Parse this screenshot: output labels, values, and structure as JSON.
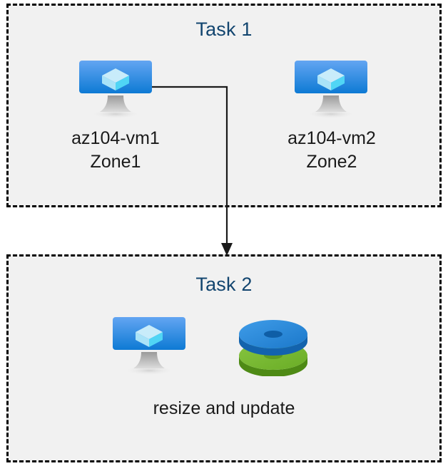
{
  "diagram": {
    "title": "Azure AZ-104 VM tasks diagram",
    "background_color": "#ffffff",
    "box_fill_color": "#f1f1f1",
    "box_border_color": "#000000",
    "title_color": "#12456f",
    "label_color": "#1a1a1a",
    "connector_color": "#1a1a1a"
  },
  "task1": {
    "title": "Task 1",
    "vms": [
      {
        "icon": "virtual-machine-icon",
        "name": "az104-vm1",
        "zone": "Zone1",
        "label": "az104-vm1\nZone1"
      },
      {
        "icon": "virtual-machine-icon",
        "name": "az104-vm2",
        "zone": "Zone2",
        "label": "az104-vm2\nZone2"
      }
    ],
    "vm1_name": "az104-vm1",
    "vm1_zone": "Zone1",
    "vm2_name": "az104-vm2",
    "vm2_zone": "Zone2"
  },
  "task2": {
    "title": "Task 2",
    "caption": "resize and update",
    "icons": [
      {
        "icon": "virtual-machine-icon",
        "colors": [
          "#5ea0ef",
          "#0078d4"
        ]
      },
      {
        "icon": "managed-disks-icon",
        "colors": [
          "#3092e3",
          "#1b78ca",
          "#76bc2d",
          "#5e9b22"
        ]
      }
    ]
  },
  "connector": {
    "from": "az104-vm1",
    "to": "Task 2",
    "style": "solid-elbow-with-arrowhead",
    "color": "#1a1a1a"
  },
  "icon_palette": {
    "monitor_top": "#5ea0ef",
    "monitor_bottom": "#0078d4",
    "monitor_stand": "#b3b3b3",
    "cube_top": "#c8ecfa",
    "cube_left": "#9fdef7",
    "cube_right": "#50d5f5",
    "disk_blue_top": "#3092e3",
    "disk_blue_side": "#1b6fc0",
    "disk_green_top": "#76bc2d",
    "disk_green_side": "#5e9b22"
  }
}
